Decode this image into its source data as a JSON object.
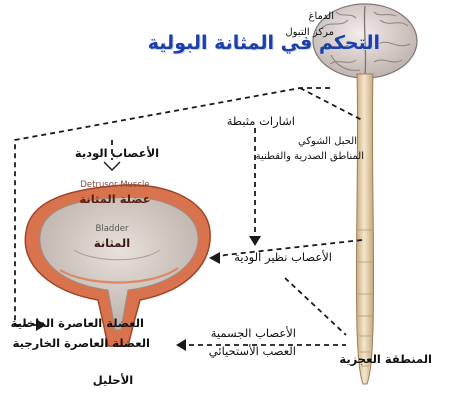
{
  "title": "التحكم في المثانة البولية",
  "labels": {
    "brain": "الدماغ",
    "micturition_center": "مركز التبول",
    "inhibitory_signals": "اشارات مثبطة",
    "spinal_cord_line1": "الحبل الشوكي",
    "spinal_cord_line2": "المناطق الصدرية والقطنية",
    "sympathetic_nerves": "الأعصاب الودية",
    "detrusor_en": "Detrusor Muscle",
    "detrusor_ar": "عضلة المثانة",
    "bladder_en": "Bladder",
    "bladder_ar": "المثانة",
    "parasympathetic_nerves": "الأعصاب نظير الودية",
    "internal_sphincter": "العضلة العاصرة الداخلية",
    "external_sphincter": "العضلة العاصرة الخارجية",
    "somatic_nerves": "الأعصاب الجسمية",
    "pudendal_nerve": "العصب الأستحيائي",
    "sacral_region": "المنطقة العجزية",
    "urethra": "الأحليل"
  },
  "colors": {
    "title": "#1c3fa8",
    "bladder_wall": "#d9734d",
    "bladder_inner": "#cfc6c0",
    "spinal_cord": "#ead8b9",
    "brain": "#e4dbd6"
  }
}
